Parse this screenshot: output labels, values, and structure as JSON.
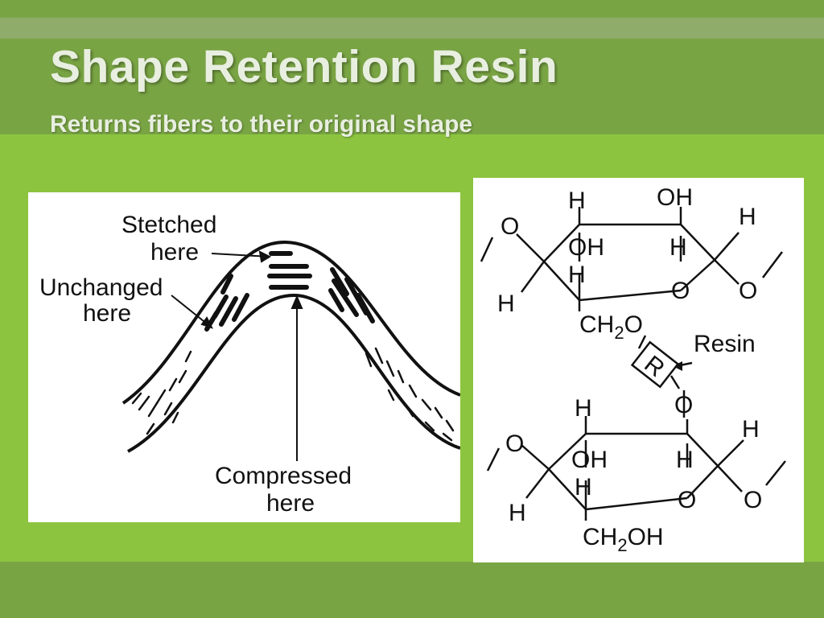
{
  "slide": {
    "title": "Shape Retention Resin",
    "subtitle": "Returns fibers to their original shape"
  },
  "fiber_diagram": {
    "label_stretched_line1": "Stetched",
    "label_stretched_line2": "here",
    "label_unchanged_line1": "Unchanged",
    "label_unchanged_line2": "here",
    "label_compressed_line1": "Compressed",
    "label_compressed_line2": "here"
  },
  "molecule_diagram": {
    "top_ring": {
      "h_top_left": "H",
      "oh_top": "OH",
      "h_right": "H",
      "o_left": "O",
      "oh_inner": "OH",
      "h_inner_right": "H",
      "h_inner_left": "H",
      "o_ring": "O",
      "o_right": "O",
      "h_left": "H",
      "ch2o": "CH",
      "ch2o_sub": "2",
      "ch2o_end": "O"
    },
    "resin_label": "Resin",
    "resin_box": "R",
    "o_link": "O",
    "bottom_ring": {
      "h_top_left": "H",
      "h_right": "H",
      "o_left": "O",
      "oh_inner": "OH",
      "h_inner_right": "H",
      "h_inner_left": "H",
      "o_ring": "O",
      "o_right": "O",
      "h_left": "H",
      "ch2oh": "CH",
      "ch2oh_sub": "2",
      "ch2oh_end": "OH"
    }
  },
  "colors": {
    "background": "#8cc43f",
    "band": "#79a444",
    "title_text": "#e8efe0"
  }
}
